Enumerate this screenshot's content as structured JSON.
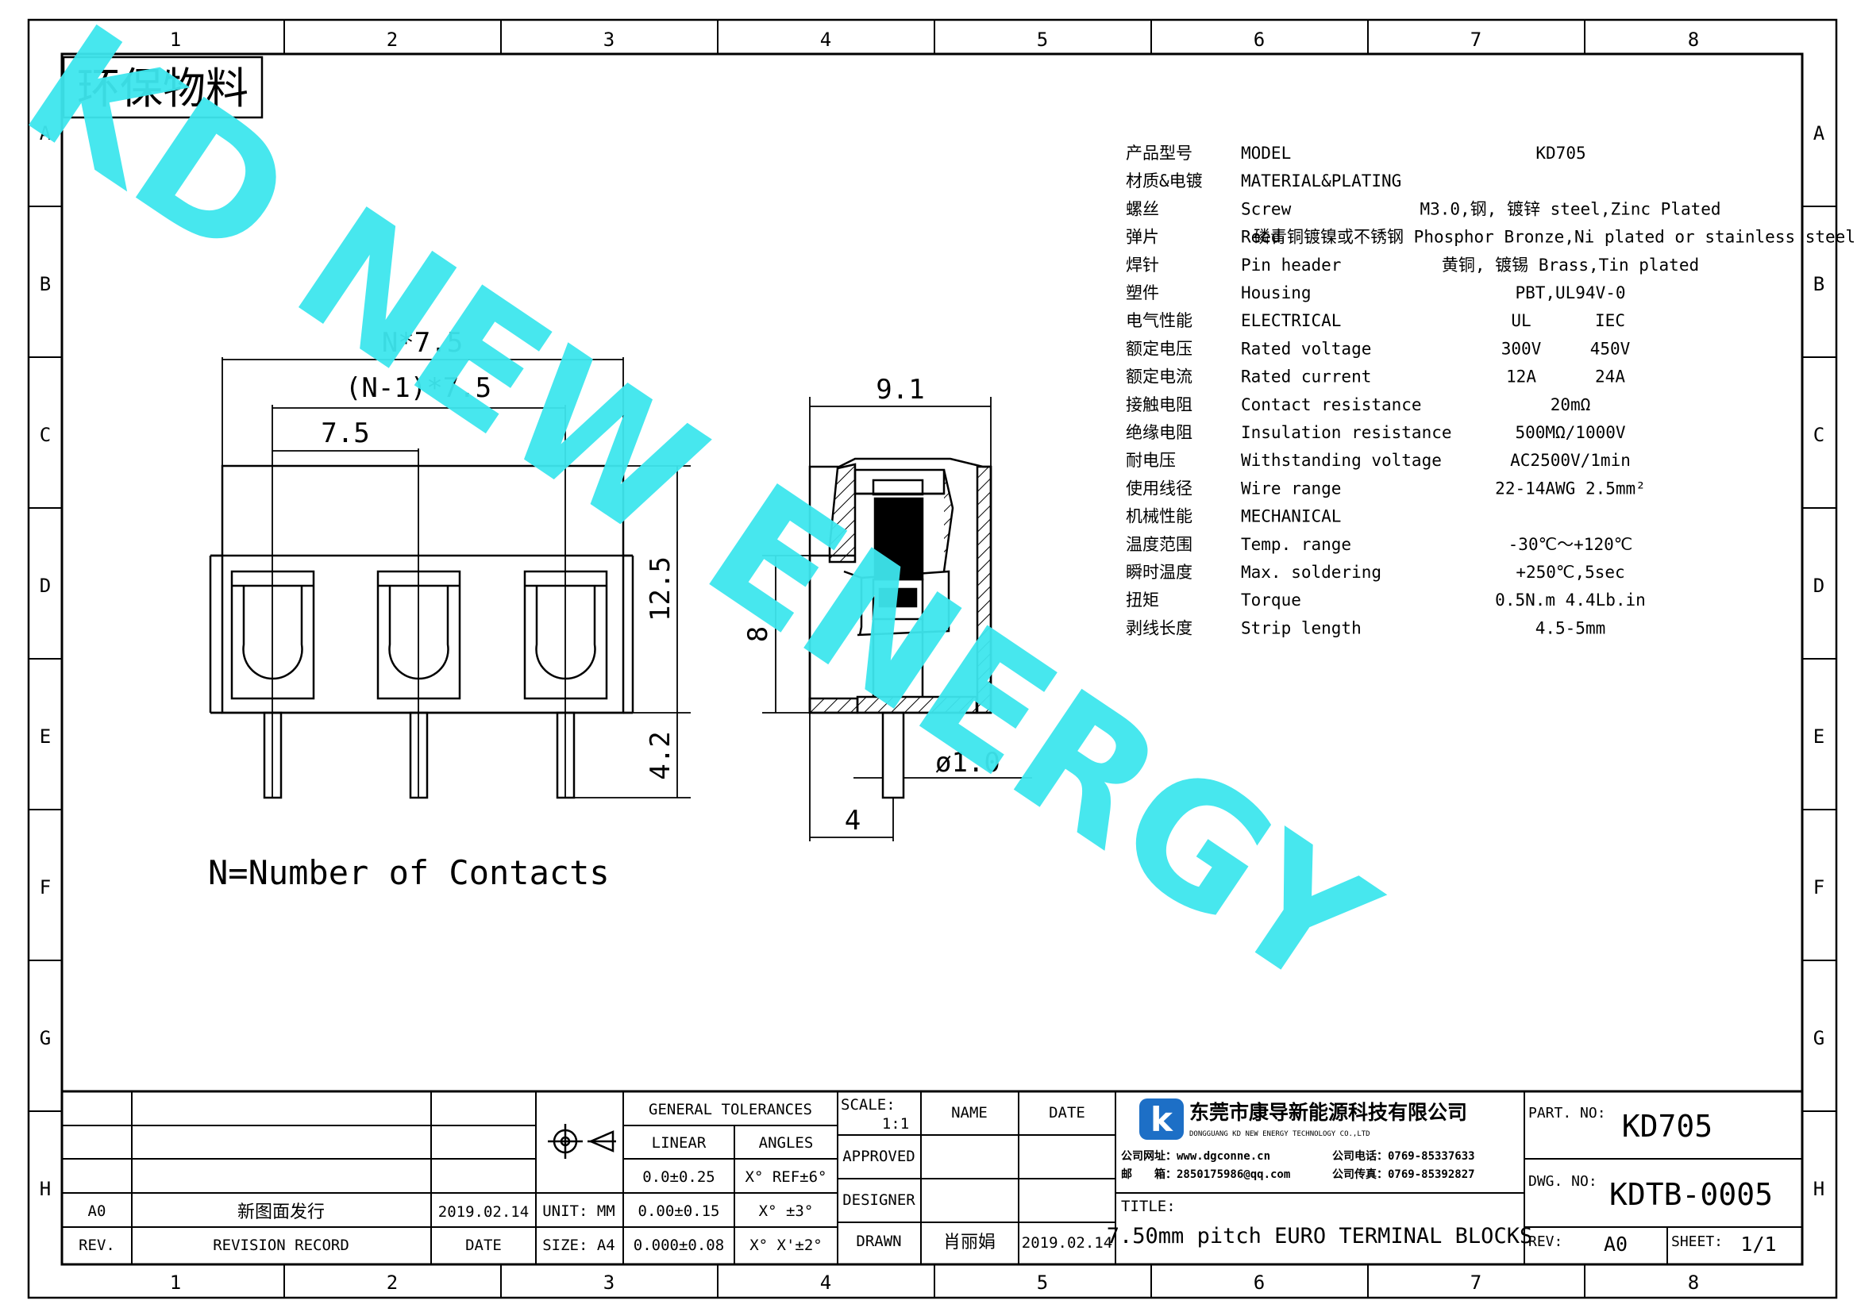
{
  "stamp": "环保物料",
  "watermark": "KD NEW ENERGY",
  "zones": {
    "cols": [
      "1",
      "2",
      "3",
      "4",
      "5",
      "6",
      "7",
      "8"
    ],
    "rows": [
      "A",
      "B",
      "C",
      "D",
      "E",
      "F",
      "G",
      "H"
    ]
  },
  "front_view": {
    "dims": {
      "overall": "N*7.5",
      "pitch_total": "(N-1)*7.5",
      "pitch": "7.5",
      "height": "12.5",
      "pin": "4.2"
    },
    "note": "N=Number of Contacts"
  },
  "side_view": {
    "dims": {
      "width": "9.1",
      "height": "8",
      "pin_diameter": "ø1.0",
      "pin_offset": "4"
    }
  },
  "specs": [
    {
      "cn": "产品型号",
      "en": "MODEL",
      "v1": "KD705",
      "v2": ""
    },
    {
      "cn": "材质&电镀",
      "en": "MATERIAL&PLATING",
      "v1": "",
      "v2": ""
    },
    {
      "cn": "螺丝",
      "en": "Screw",
      "v1": "M3.0,钢, 镀锌 steel,Zinc Plated",
      "v2": ""
    },
    {
      "cn": "弹片",
      "en": "Reed",
      "v1": "磷青铜镀镍或不锈钢 Phosphor Bronze,Ni plated or stainless steel",
      "v2": ""
    },
    {
      "cn": "焊针",
      "en": "Pin header",
      "v1": "黄铜, 镀锡 Brass,Tin plated",
      "v2": ""
    },
    {
      "cn": "塑件",
      "en": "Housing",
      "v1": "PBT,UL94V-0",
      "v2": ""
    },
    {
      "cn": "电气性能",
      "en": "ELECTRICAL",
      "v1": "UL",
      "v2": "IEC"
    },
    {
      "cn": "额定电压",
      "en": "Rated voltage",
      "v1": "300V",
      "v2": "450V"
    },
    {
      "cn": "额定电流",
      "en": "Rated current",
      "v1": "12A",
      "v2": "24A"
    },
    {
      "cn": "接触电阻",
      "en": "Contact resistance",
      "v1": "20mΩ",
      "v2": ""
    },
    {
      "cn": "绝缘电阻",
      "en": "Insulation resistance",
      "v1": "500MΩ/1000V",
      "v2": ""
    },
    {
      "cn": "耐电压",
      "en": "Withstanding voltage",
      "v1": "AC2500V/1min",
      "v2": ""
    },
    {
      "cn": "使用线径",
      "en": "Wire range",
      "v1": "22-14AWG 2.5mm²",
      "v2": ""
    },
    {
      "cn": "机械性能",
      "en": "MECHANICAL",
      "v1": "",
      "v2": ""
    },
    {
      "cn": "温度范围",
      "en": "Temp. range",
      "v1": "-30℃～+120℃",
      "v2": ""
    },
    {
      "cn": "瞬时温度",
      "en": "Max. soldering",
      "v1": "+250℃,5sec",
      "v2": ""
    },
    {
      "cn": "扭矩",
      "en": "Torque",
      "v1": "0.5N.m 4.4Lb.in",
      "v2": ""
    },
    {
      "cn": "剥线长度",
      "en": "Strip length",
      "v1": "4.5-5mm",
      "v2": ""
    }
  ],
  "title_block": {
    "revisions": [
      {
        "rev": "A0",
        "record": "新图面发行",
        "date": "2019.02.14"
      },
      {
        "rev": "REV.",
        "record": "REVISION RECORD",
        "date": "DATE"
      }
    ],
    "unit": "UNIT: MM",
    "size": "SIZE: A4",
    "general_tolerances": "GENERAL TOLERANCES",
    "linear": "LINEAR",
    "angles": "ANGLES",
    "tol_rows": [
      {
        "lin": "0.0±0.25",
        "ang": "X° REF±6°"
      },
      {
        "lin": "0.00±0.15",
        "ang": "X° ±3°"
      },
      {
        "lin": "0.000±0.08",
        "ang": "X° X'±2°"
      }
    ],
    "scale_label": "SCALE:",
    "scale_value": "1:1",
    "name_label": "NAME",
    "date_label": "DATE",
    "approved": "APPROVED",
    "designer": "DESIGNER",
    "drawn": "DRAWN",
    "drawn_name": "肖丽娟",
    "drawn_date": "2019.02.14",
    "company_cn": "东莞市康导新能源科技有限公司",
    "company_en": "DONGGUANG KD NEW ENERGY TECHNOLOGY CO.,LTD",
    "website": "公司网址：www.dgconne.cn",
    "phone": "公司电话：0769-85337633",
    "email": "邮　　箱：2850175986@qq.com",
    "fax": "公司传真：0769-85392827",
    "title_label": "TITLE:",
    "title": "7.50mm pitch EURO TERMINAL BLOCKS",
    "part_label": "PART. NO:",
    "part_no": "KD705",
    "dwg_label": "DWG. NO:",
    "dwg_no": "KDTB-0005",
    "rev_label": "REV:",
    "rev_value": "A0",
    "sheet_label": "SHEET:",
    "sheet_value": "1/1"
  },
  "colors": {
    "watermark": "#3ee6ee",
    "logo": "#1d6fc6",
    "line": "#000000"
  }
}
